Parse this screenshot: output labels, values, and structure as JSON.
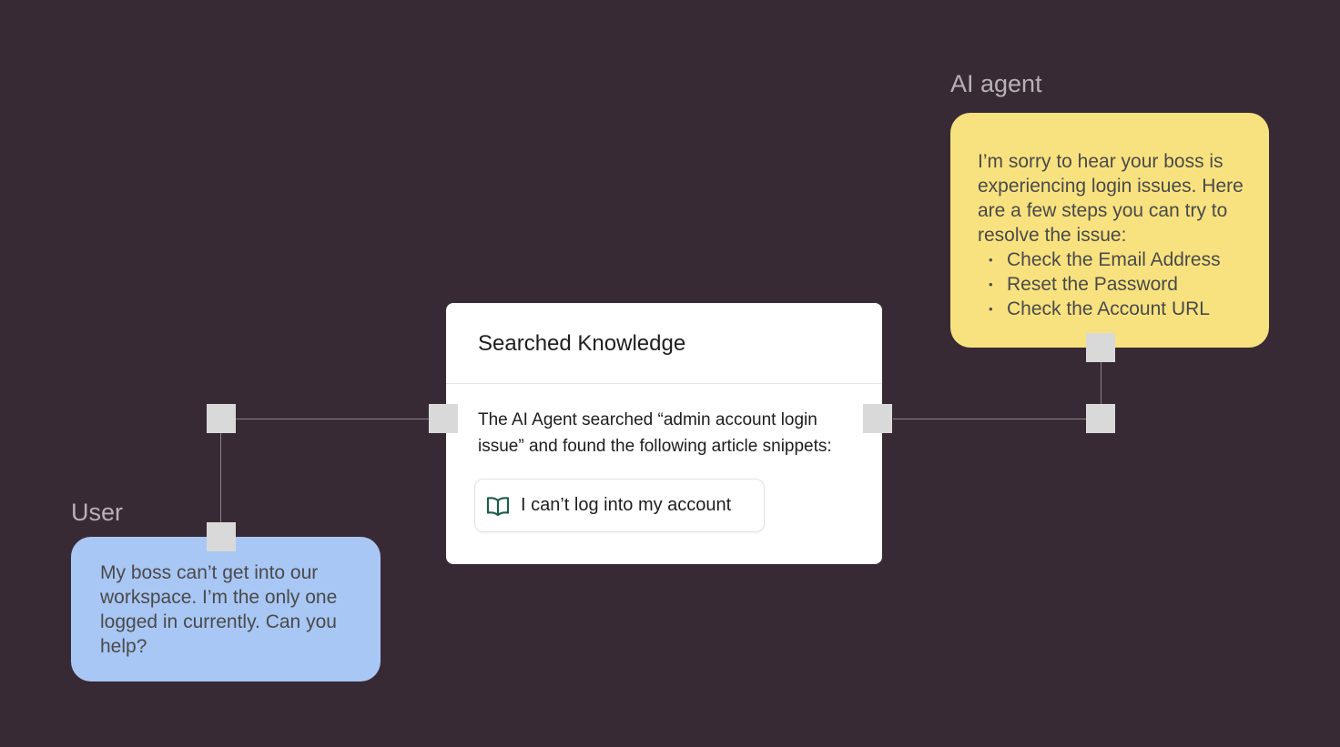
{
  "user": {
    "title": "User",
    "message": "My boss can’t get into our workspace. I’m the only one logged in currently. Can you help?"
  },
  "agent": {
    "title": "AI agent",
    "intro": "I’m sorry to hear your boss is experiencing login issues. Here are a few steps you can try to resolve the issue:",
    "steps": [
      "Check the Email Address",
      "Reset the Password",
      "Check the Account URL"
    ]
  },
  "knowledge": {
    "title": "Searched Knowledge",
    "description": "The AI Agent searched “admin account login issue” and found the following article snippets:",
    "snippet": "I can’t log into my account"
  },
  "colors": {
    "background": "#382a35",
    "user_bubble": "#a9c7f4",
    "agent_bubble": "#f8e27f",
    "book_icon": "#1f5d4a"
  }
}
